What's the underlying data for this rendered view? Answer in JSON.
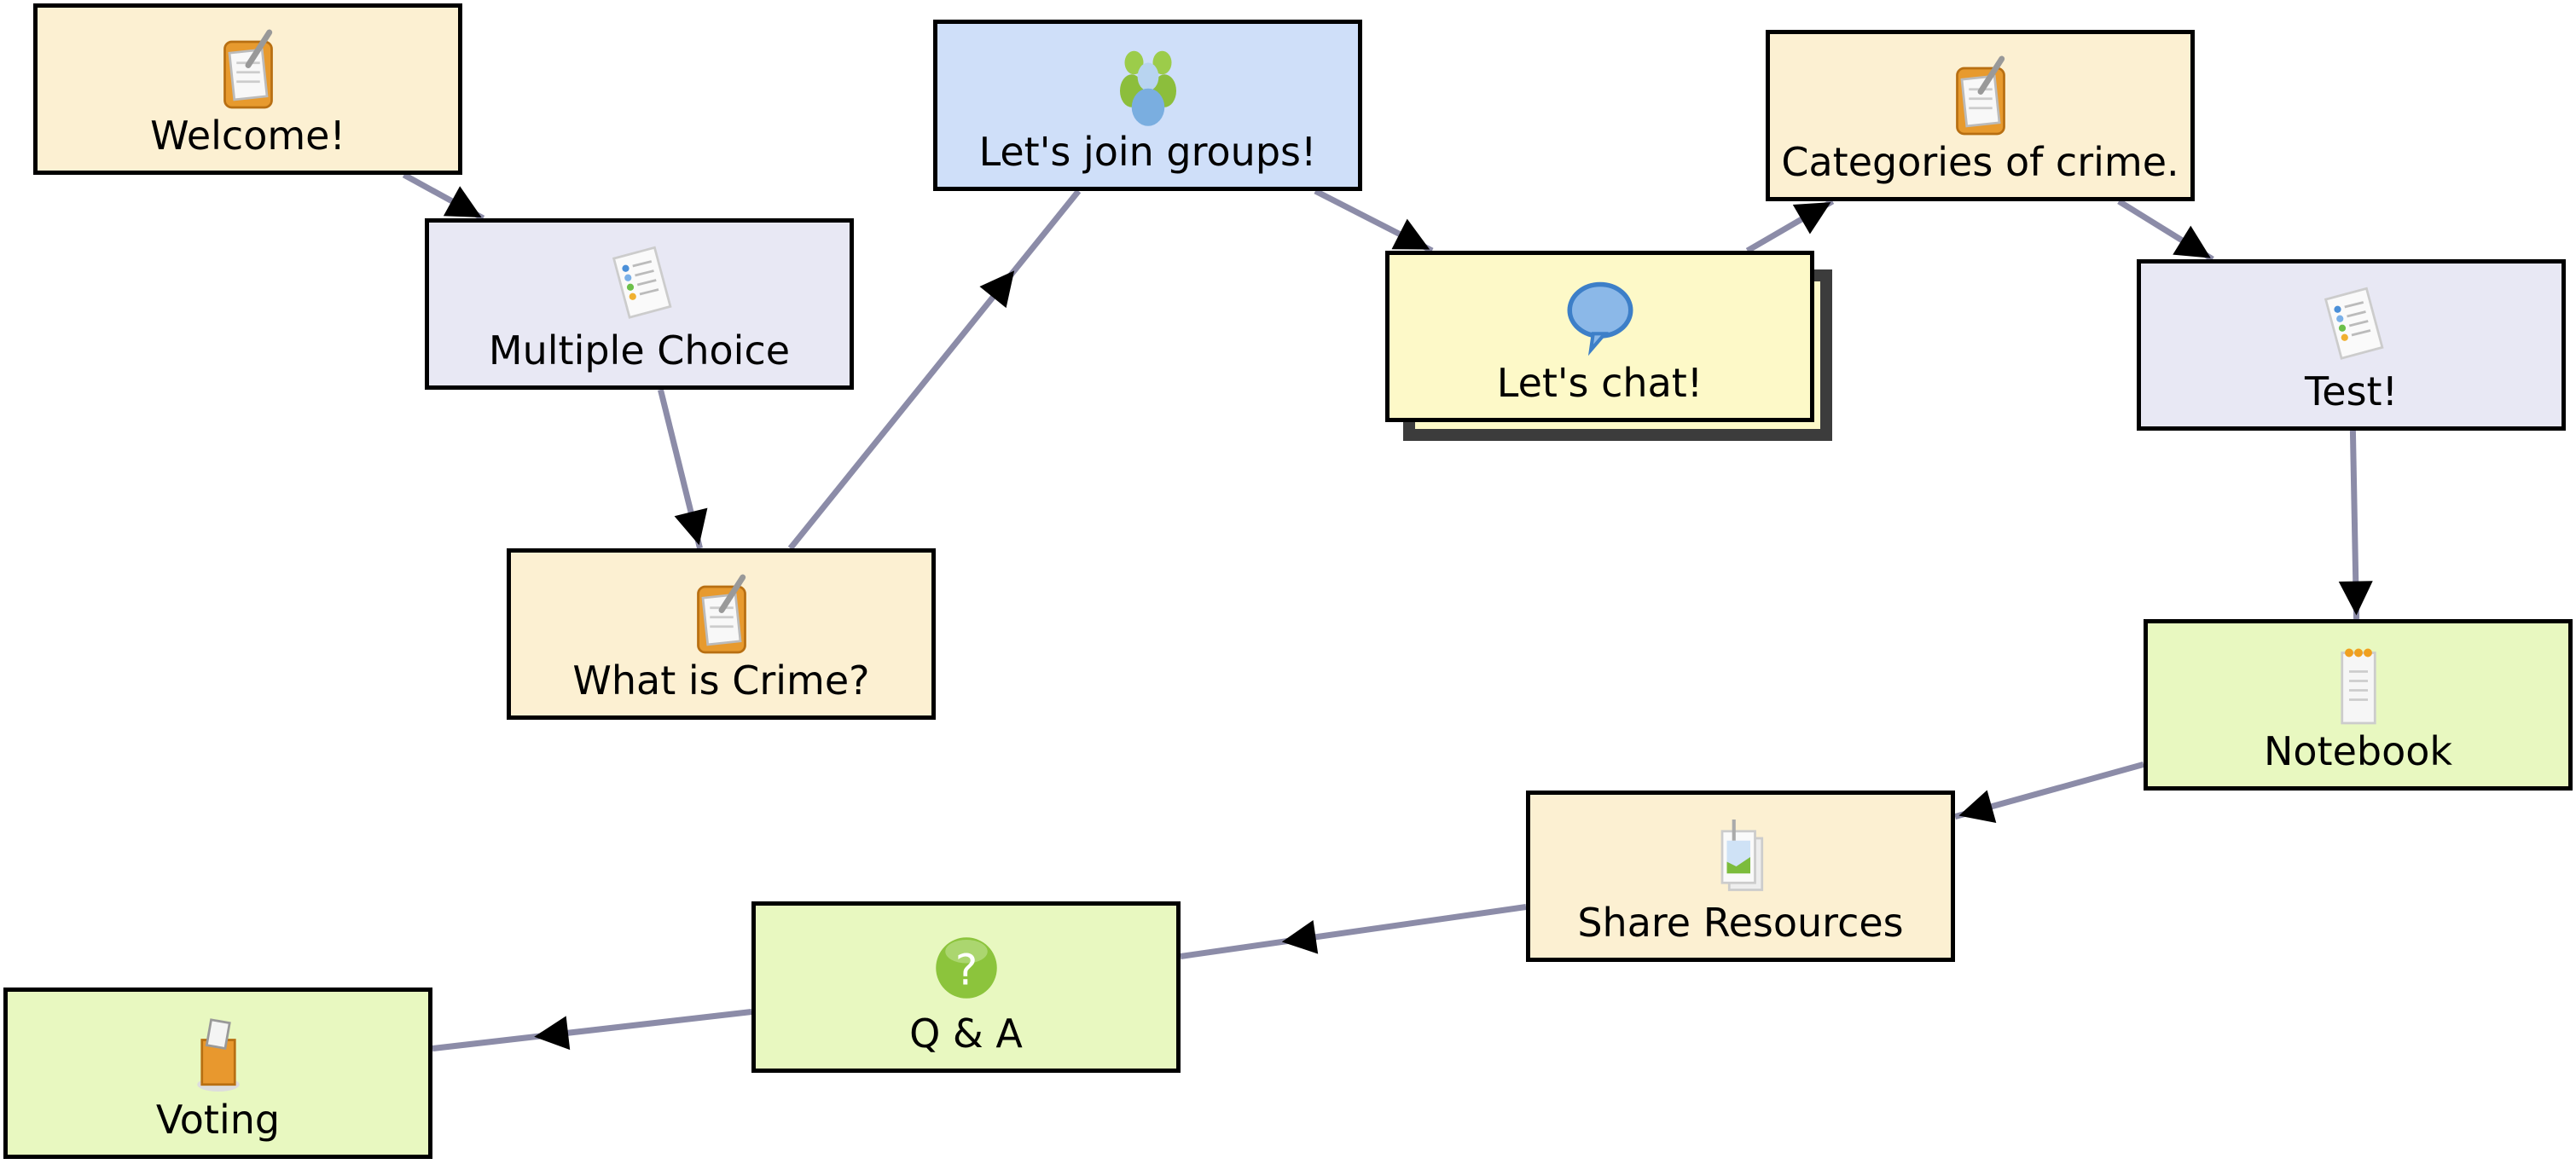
{
  "diagram": {
    "nodes": [
      {
        "id": "welcome",
        "label": "Welcome!",
        "icon": "clipboard-icon",
        "type": "task"
      },
      {
        "id": "multiple-choice",
        "label": "Multiple Choice",
        "icon": "checklist-icon",
        "type": "assessment"
      },
      {
        "id": "what-is-crime",
        "label": "What is Crime?",
        "icon": "clipboard-icon",
        "type": "task"
      },
      {
        "id": "join-groups",
        "label": "Let's join groups!",
        "icon": "group-icon",
        "type": "grouping"
      },
      {
        "id": "chat",
        "label": "Let's chat!",
        "icon": "speech-bubble-icon",
        "type": "chat"
      },
      {
        "id": "categories",
        "label": "Categories of crime.",
        "icon": "clipboard-icon",
        "type": "task"
      },
      {
        "id": "test",
        "label": "Test!",
        "icon": "checklist-icon",
        "type": "assessment"
      },
      {
        "id": "notebook",
        "label": "Notebook",
        "icon": "notepad-icon",
        "type": "reflection"
      },
      {
        "id": "share-resources",
        "label": "Share Resources",
        "icon": "image-stack-icon",
        "type": "task"
      },
      {
        "id": "qa",
        "label": "Q & A",
        "icon": "question-icon",
        "type": "reflection"
      },
      {
        "id": "voting",
        "label": "Voting",
        "icon": "ballot-box-icon",
        "type": "reflection"
      }
    ],
    "edges": [
      {
        "from": "welcome",
        "to": "multiple-choice"
      },
      {
        "from": "multiple-choice",
        "to": "what-is-crime"
      },
      {
        "from": "what-is-crime",
        "to": "join-groups"
      },
      {
        "from": "join-groups",
        "to": "chat"
      },
      {
        "from": "chat",
        "to": "categories"
      },
      {
        "from": "categories",
        "to": "test"
      },
      {
        "from": "test",
        "to": "notebook"
      },
      {
        "from": "notebook",
        "to": "share-resources"
      },
      {
        "from": "share-resources",
        "to": "qa"
      },
      {
        "from": "qa",
        "to": "voting"
      }
    ],
    "colors": {
      "edge": "#8c8ca8",
      "arrow": "#000000",
      "task": "#fcf0d2",
      "assessment": "#e8e8f4",
      "grouping": "#cfdff9",
      "chat": "#fdf9c8",
      "reflection": "#e8f8c0"
    }
  }
}
